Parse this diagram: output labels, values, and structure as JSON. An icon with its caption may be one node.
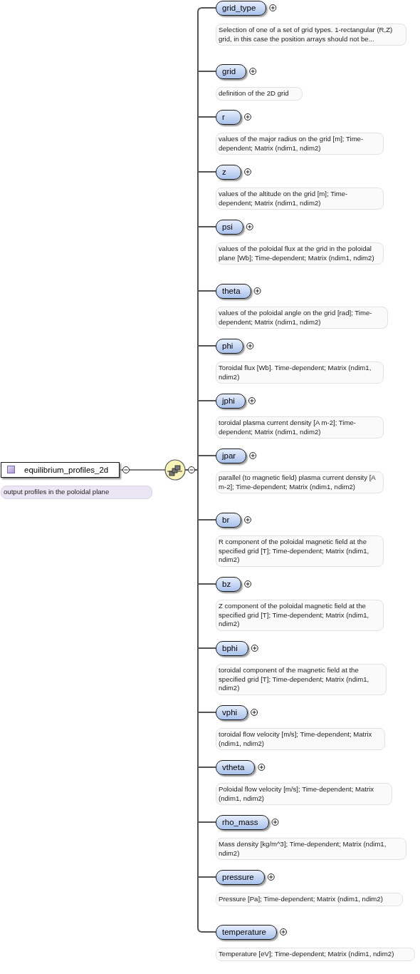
{
  "diagram": {
    "nodes": [
      {
        "text": [
          "equilibrium_profiles_2d"
        ],
        "beside": [
          "output profiles in the poloidal plane"
        ]
      },
      {
        "text": [],
        "shape": "circle"
      },
      {
        "text": [
          "grid_type"
        ],
        "beside": [
          "Selection of one of a set of grid types. 1-rectangular (R,Z) grid, in this case the position arrays should not be..."
        ]
      },
      {
        "text": [
          "grid"
        ],
        "beside": [
          "definition of the 2D grid"
        ]
      },
      {
        "text": [
          "r"
        ],
        "beside": [
          "values of the major radius on the grid [m]; Time-dependent; Matrix (ndim1, ndim2)"
        ]
      },
      {
        "text": [
          "z"
        ],
        "beside": [
          "values of the altitude on the grid [m]; Time-dependent; Matrix (ndim1, ndim2)"
        ]
      },
      {
        "text": [
          "psi"
        ],
        "beside": [
          "values of the poloidal flux at the grid in the poloidal plane [Wb]; Time-dependent; Matrix (ndim1, ndim2)"
        ]
      },
      {
        "text": [
          "theta"
        ],
        "beside": [
          "values of the poloidal angle on the grid [rad]; Time-dependent; Matrix (ndim1, ndim2)"
        ]
      },
      {
        "text": [
          "phi"
        ],
        "beside": [
          "Toroidal flux [Wb]. Time-dependent; Matrix (ndim1, ndim2)"
        ]
      },
      {
        "text": [
          "jphi"
        ],
        "beside": [
          "toroidal plasma current density [A m-2]; Time-dependent; Matrix (ndim1, ndim2)"
        ]
      },
      {
        "text": [
          "jpar"
        ],
        "beside": [
          "parallel (to magnetic field) plasma current density [A m-2]; Time-dependent; Matrix (ndim1, ndim2)"
        ]
      },
      {
        "text": [
          "br"
        ],
        "beside": [
          "R component of the poloidal magnetic field at the specified grid [T]; Time-dependent; Matrix (ndim1, ndim2)"
        ]
      },
      {
        "text": [
          "bz"
        ],
        "beside": [
          "Z component of the poloidal magnetic field at the specified grid [T]; Time-dependent; Matrix (ndim1, ndim2)"
        ]
      },
      {
        "text": [
          "bphi"
        ],
        "beside": [
          "toroidal component of the magnetic field at the specified grid [T]; Time-dependent; Matrix (ndim1, ndim2)"
        ]
      },
      {
        "text": [
          "vphi"
        ],
        "beside": [
          "toroidal flow velocity [m/s]; Time-dependent; Matrix (ndim1, ndim2)"
        ]
      },
      {
        "text": [
          "vtheta"
        ],
        "beside": [
          "Poloidal flow velocity [m/s]; Time-dependent; Matrix (ndim1, ndim2)"
        ]
      },
      {
        "text": [
          "rho_mass"
        ],
        "beside": [
          "Mass density [kg/m^3]; Time-dependent; Matrix (ndim1, ndim2)"
        ]
      },
      {
        "text": [
          "pressure"
        ],
        "beside": [
          "Pressure [Pa]; Time-dependent; Matrix (ndim1, ndim2)"
        ]
      },
      {
        "text": [
          "temperature"
        ],
        "beside": [
          "Temperature [eV]; Time-dependent; Matrix (ndim1, ndim2)"
        ]
      }
    ],
    "edges": [
      {
        "from": 0,
        "to": 1,
        "arrow": "none"
      },
      {
        "from": 1,
        "to": 2,
        "arrow": "none"
      },
      {
        "from": 1,
        "to": 3,
        "arrow": "none"
      },
      {
        "from": 1,
        "to": 4,
        "arrow": "none"
      },
      {
        "from": 1,
        "to": 5,
        "arrow": "none"
      },
      {
        "from": 1,
        "to": 6,
        "arrow": "none"
      },
      {
        "from": 1,
        "to": 7,
        "arrow": "none"
      },
      {
        "from": 1,
        "to": 8,
        "arrow": "none"
      },
      {
        "from": 1,
        "to": 9,
        "arrow": "none"
      },
      {
        "from": 1,
        "to": 10,
        "arrow": "none"
      },
      {
        "from": 1,
        "to": 11,
        "arrow": "none"
      },
      {
        "from": 1,
        "to": 12,
        "arrow": "none"
      },
      {
        "from": 1,
        "to": 13,
        "arrow": "none"
      },
      {
        "from": 1,
        "to": 14,
        "arrow": "none"
      },
      {
        "from": 1,
        "to": 15,
        "arrow": "none"
      },
      {
        "from": 1,
        "to": 16,
        "arrow": "none"
      },
      {
        "from": 1,
        "to": 17,
        "arrow": "none"
      },
      {
        "from": 1,
        "to": 18,
        "arrow": "none"
      }
    ]
  }
}
